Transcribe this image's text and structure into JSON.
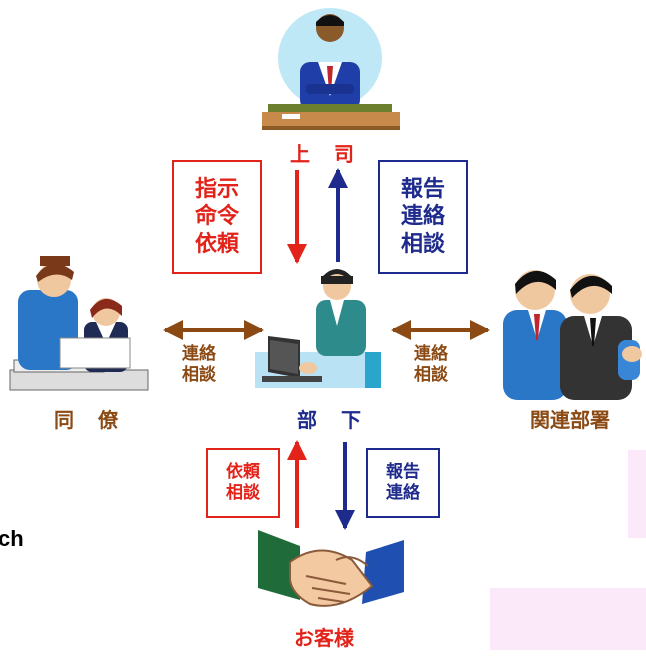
{
  "colors": {
    "red": "#e2231a",
    "navy": "#1e2b8c",
    "brown": "#8b4a14",
    "pink_panel": "#fbe9fa"
  },
  "nodes": {
    "boss": "上　司",
    "subordinate": "部　下",
    "coworker": "同　僚",
    "related_dept": "関連部署",
    "customer": "お客様"
  },
  "boxes": {
    "boss_down": [
      "指示",
      "命令",
      "依頼"
    ],
    "boss_up": [
      "報告",
      "連絡",
      "相談"
    ],
    "customer_up": [
      "依頼",
      "相談"
    ],
    "customer_down": [
      "報告",
      "連絡"
    ]
  },
  "edge_labels": {
    "left": [
      "連絡",
      "相談"
    ],
    "right": [
      "連絡",
      "相談"
    ]
  },
  "fragment_text": "ch",
  "icons": {
    "boss": "businessman-at-desk-icon",
    "subordinate": "employee-at-computer-icon",
    "coworker": "coworkers-discussing-icon",
    "related_dept": "two-businessmen-icon",
    "customer": "handshake-icon"
  }
}
